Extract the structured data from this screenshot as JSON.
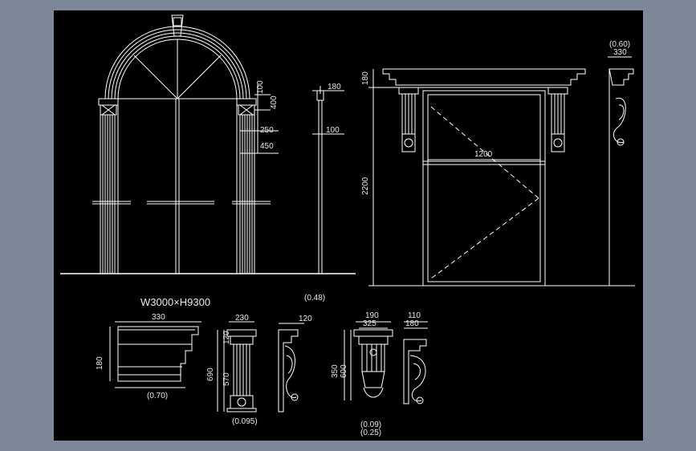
{
  "drawing": {
    "background": "#000000",
    "line_color": "#ffffff",
    "frame_color": "#7c8797",
    "title": "W3000×H9300",
    "arch_dims": {
      "d1": "100",
      "d2": "400",
      "d3": "250",
      "d4": "450"
    },
    "side_dims": {
      "top": "180",
      "mid": "100"
    },
    "door_dims": {
      "height_top": "180",
      "height_main": "2200",
      "width": "1200"
    },
    "bracket_top": {
      "scale": "(0.60)",
      "width": "330"
    },
    "scale_048": "(0.48)",
    "cornice": {
      "width": "330",
      "height": "180",
      "scale": "(0.70)"
    },
    "pilaster": {
      "width": "230",
      "d1": "120",
      "total": "690",
      "d2": "570",
      "scale": "(0.095)"
    },
    "pilaster_side": {
      "width": "120"
    },
    "console": {
      "w1": "190",
      "w2": "325",
      "h1": "350",
      "h2": "600",
      "scale1": "(0.09)",
      "scale2": "(0.25)"
    },
    "console_side": {
      "w1": "110",
      "w2": "180"
    }
  }
}
